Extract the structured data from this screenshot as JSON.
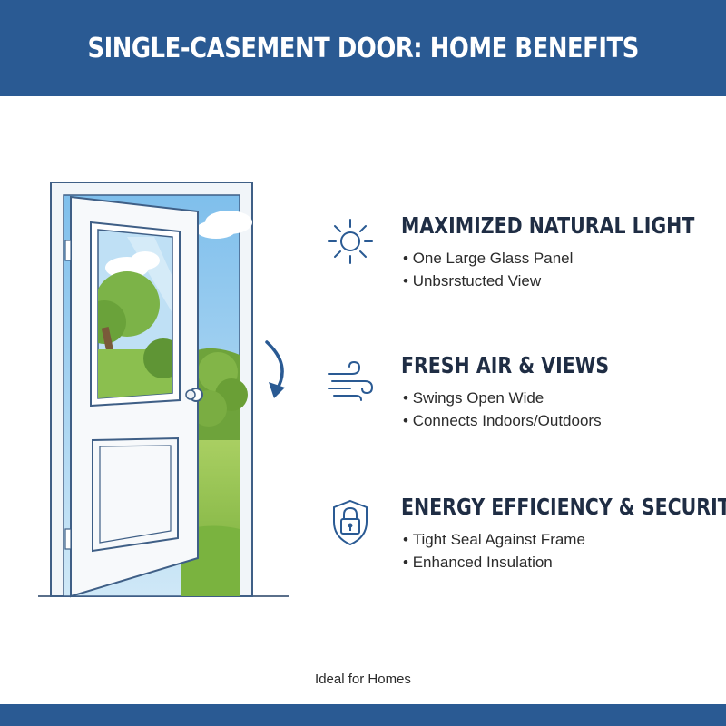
{
  "header": {
    "title": "SINGLE-CASEMENT DOOR: HOME BENEFITS"
  },
  "benefits": [
    {
      "icon": "sun-icon",
      "title": "MAXIMIZED NATURAL LIGHT",
      "points": [
        "One Large Glass Panel",
        "Unbsrstucted View"
      ]
    },
    {
      "icon": "wind-icon",
      "title": "FRESH AIR & VIEWS",
      "points": [
        "Swings Open Wide",
        "Connects Indoors/Outdoors"
      ]
    },
    {
      "icon": "padlock-shield-icon",
      "title": "ENERGY EFFICIENCY & SECURITY",
      "points": [
        "Tight Seal Against Frame",
        "Enhanced Insulation"
      ]
    }
  ],
  "caption": "Ideal for Homes",
  "colors": {
    "brand": "#2a5a93",
    "heading": "#1f2d44",
    "grass": "#8dbf4a",
    "sky": "#a9d3f0"
  }
}
